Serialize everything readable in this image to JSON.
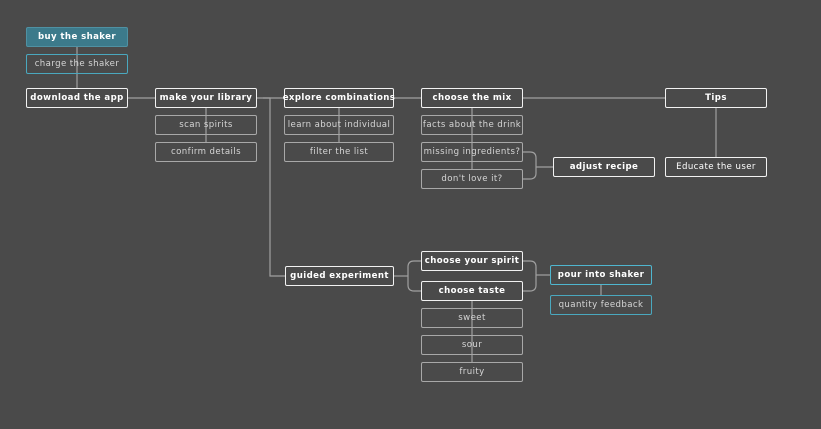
{
  "colors": {
    "background": "#4a4a4a",
    "connector": "#a0a0a0",
    "accent_fill": "#3c7a8b",
    "accent_border": "#4fb6cf"
  },
  "nodes": {
    "buy_the_shaker": "buy the shaker",
    "charge_the_shaker": "charge the shaker",
    "download_the_app": "download the app",
    "make_your_library": "make your library",
    "scan_spirits": "scan spirits",
    "confirm_details": "confirm details",
    "explore_combinations": "explore combinations",
    "learn_about_individual": "learn about individual",
    "filter_the_list": "filter the list",
    "choose_the_mix": "choose the mix",
    "facts_about_the_drink": "facts about the drink",
    "missing_ingredients": "missing ingredients?",
    "dont_love_it": "don't love it?",
    "adjust_recipe": "adjust recipe",
    "tips": "Tips",
    "educate_the_user": "Educate the user",
    "guided_experiment": "guided experiment",
    "choose_your_spirit": "choose your spirit",
    "choose_taste": "choose taste",
    "sweet": "sweet",
    "sour": "sour",
    "fruity": "fruity",
    "pour_into_shaker": "pour into shaker",
    "quantity_feedback": "quantity feedback"
  }
}
